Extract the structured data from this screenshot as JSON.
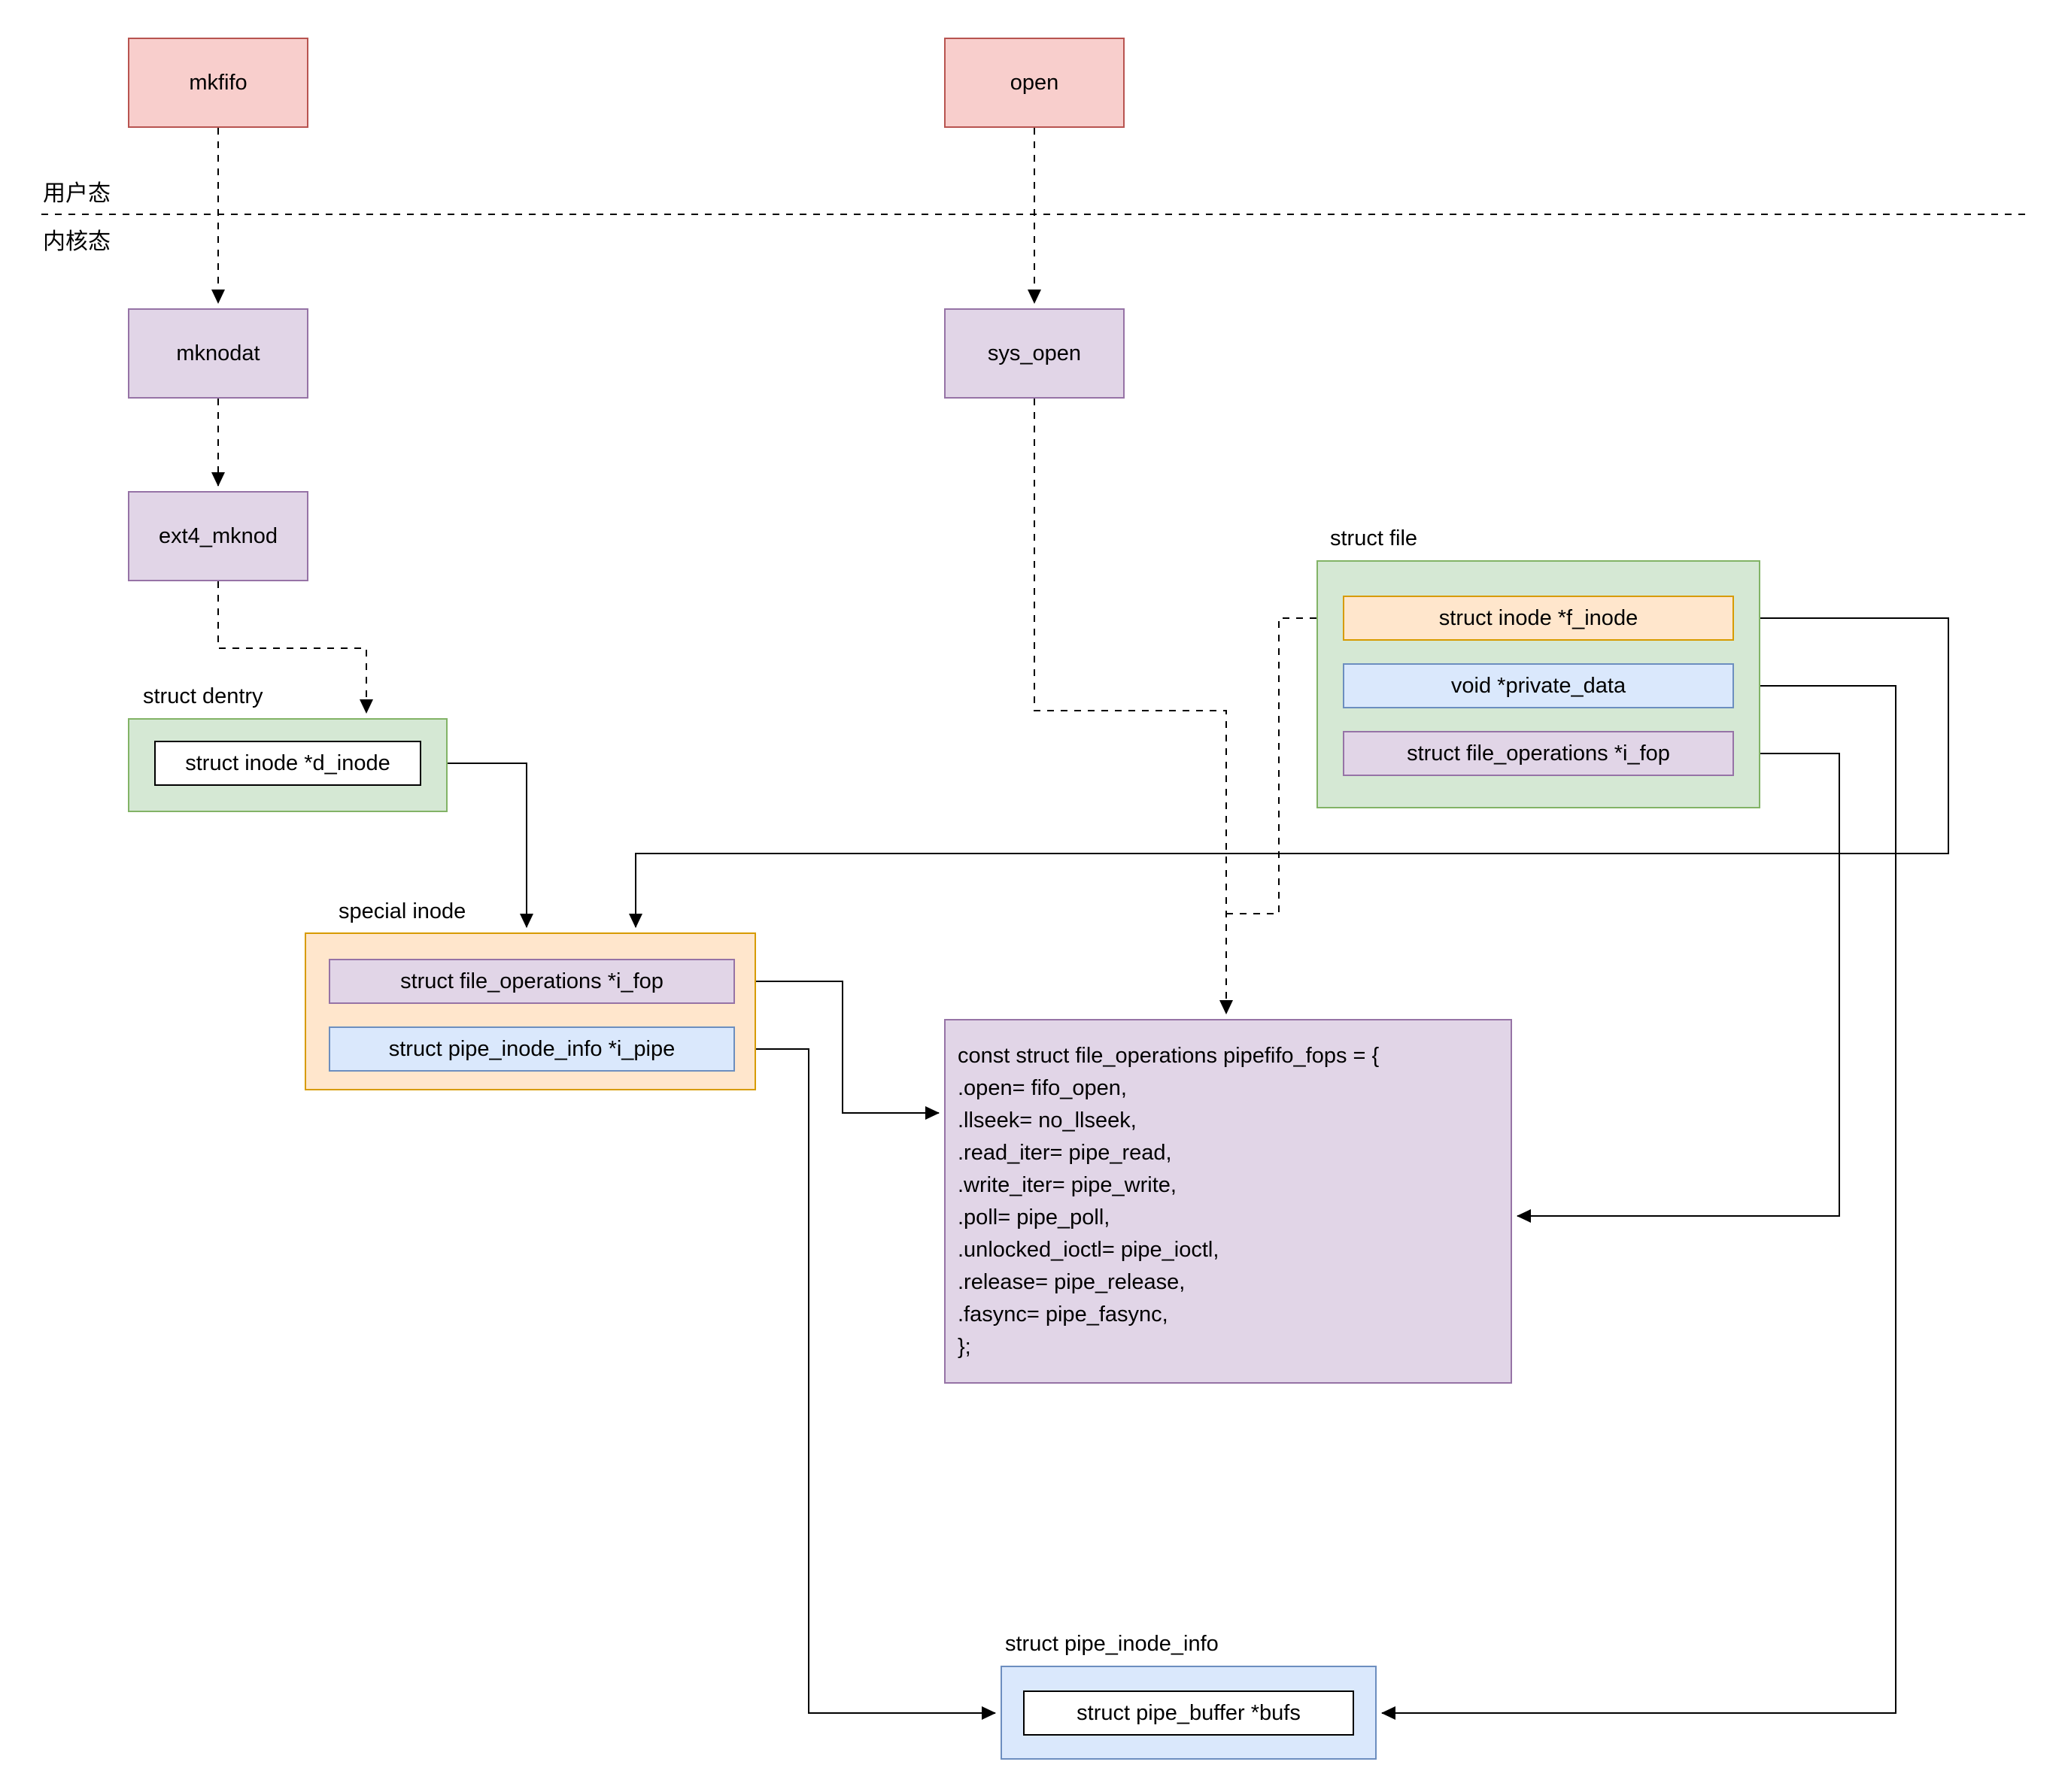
{
  "palette": {
    "red_fill": "#f8cecc",
    "red_stroke": "#b85450",
    "purple_fill": "#e1d5e7",
    "purple_stroke": "#9673a6",
    "green_fill": "#d5e8d4",
    "green_stroke": "#82b366",
    "orange_fill": "#ffe6cc",
    "orange_stroke": "#d79b00",
    "blue_fill": "#dae8fc",
    "blue_stroke": "#6c8ebf"
  },
  "regions": {
    "user_mode": "用户态",
    "kernel_mode": "内核态"
  },
  "nodes": {
    "mkfifo": {
      "label": "mkfifo"
    },
    "open": {
      "label": "open"
    },
    "mknodat": {
      "label": "mknodat"
    },
    "sys_open": {
      "label": "sys_open"
    },
    "ext4_mknod": {
      "label": "ext4_mknod"
    },
    "struct_dentry": {
      "title": "struct dentry",
      "fields": {
        "d_inode": "struct inode *d_inode"
      }
    },
    "struct_file": {
      "title": "struct file",
      "fields": {
        "f_inode": "struct inode *f_inode",
        "private_data": "void *private_data",
        "i_fop": "struct file_operations *i_fop"
      }
    },
    "special_inode": {
      "title": "special inode",
      "fields": {
        "i_fop": "struct file_operations *i_fop",
        "i_pipe": "struct pipe_inode_info *i_pipe"
      }
    },
    "pipefifo_fops": {
      "lines": [
        "const struct file_operations pipefifo_fops = {",
        ".open= fifo_open,",
        ".llseek= no_llseek,",
        ".read_iter= pipe_read,",
        ".write_iter= pipe_write,",
        ".poll= pipe_poll,",
        ".unlocked_ioctl= pipe_ioctl,",
        ".release= pipe_release,",
        ".fasync= pipe_fasync,",
        "};"
      ]
    },
    "struct_pipe_inode_info": {
      "title": "struct pipe_inode_info",
      "fields": {
        "bufs": "struct pipe_buffer *bufs"
      }
    }
  }
}
